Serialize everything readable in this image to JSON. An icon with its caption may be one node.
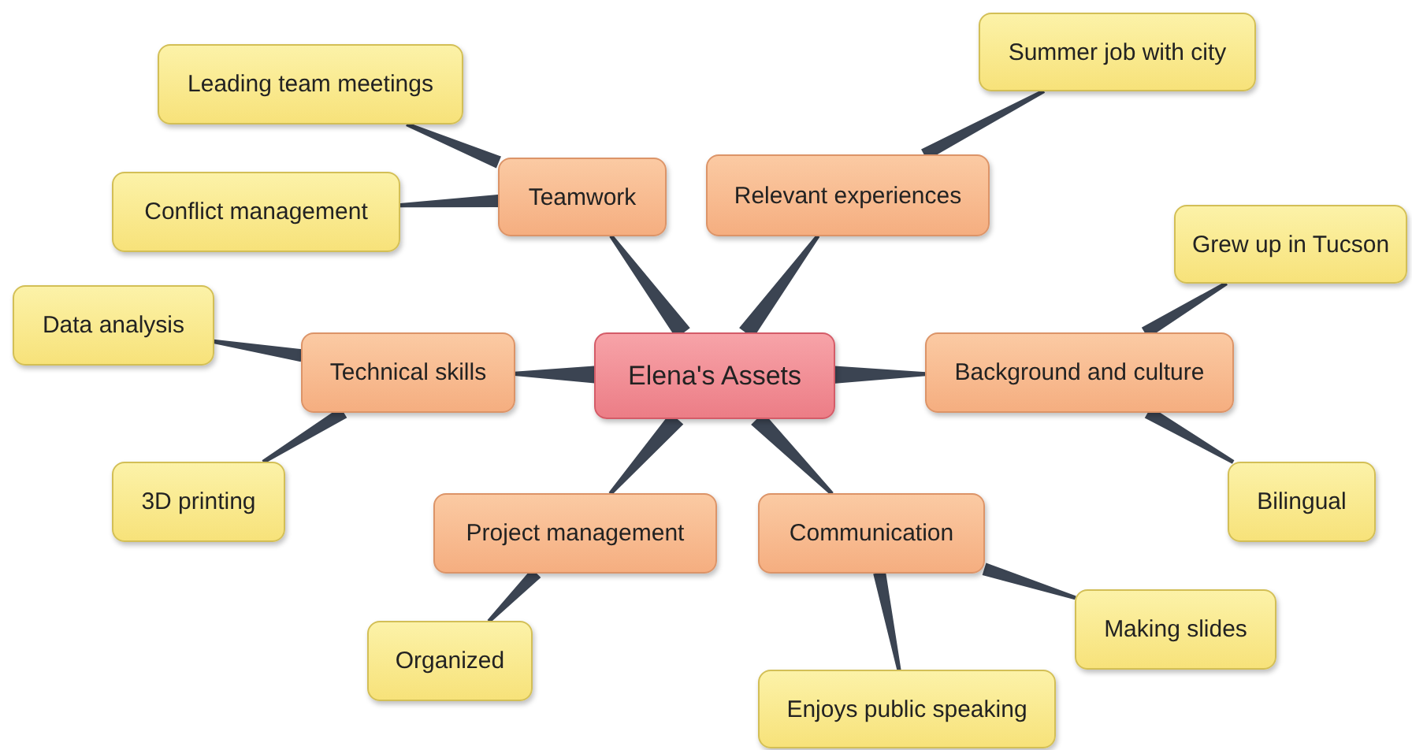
{
  "diagram": {
    "nodes": [
      {
        "text": [
          "Elena's Assets"
        ]
      },
      {
        "text": [
          "Teamwork"
        ]
      },
      {
        "text": [
          "Relevant experiences"
        ]
      },
      {
        "text": [
          "Technical skills"
        ]
      },
      {
        "text": [
          "Background and culture"
        ]
      },
      {
        "text": [
          "Project management"
        ]
      },
      {
        "text": [
          "Communication"
        ]
      },
      {
        "text": [
          "Leading team meetings"
        ]
      },
      {
        "text": [
          "Conflict management"
        ]
      },
      {
        "text": [
          "Summer job with city"
        ]
      },
      {
        "text": [
          "Data analysis"
        ]
      },
      {
        "text": [
          "3D printing"
        ]
      },
      {
        "text": [
          "Grew up in Tucson"
        ]
      },
      {
        "text": [
          "Bilingual"
        ]
      },
      {
        "text": [
          "Organized"
        ]
      },
      {
        "text": [
          "Making slides"
        ]
      },
      {
        "text": [
          "Enjoys public speaking"
        ]
      }
    ],
    "edges": [
      {
        "from": 0,
        "to": 1,
        "arrow": "none"
      },
      {
        "from": 0,
        "to": 2,
        "arrow": "none"
      },
      {
        "from": 0,
        "to": 3,
        "arrow": "none"
      },
      {
        "from": 0,
        "to": 4,
        "arrow": "none"
      },
      {
        "from": 0,
        "to": 5,
        "arrow": "none"
      },
      {
        "from": 0,
        "to": 6,
        "arrow": "none"
      },
      {
        "from": 1,
        "to": 7,
        "arrow": "none"
      },
      {
        "from": 1,
        "to": 8,
        "arrow": "none"
      },
      {
        "from": 2,
        "to": 9,
        "arrow": "none"
      },
      {
        "from": 3,
        "to": 10,
        "arrow": "none"
      },
      {
        "from": 3,
        "to": 11,
        "arrow": "none"
      },
      {
        "from": 4,
        "to": 12,
        "arrow": "none"
      },
      {
        "from": 4,
        "to": 13,
        "arrow": "none"
      },
      {
        "from": 5,
        "to": 14,
        "arrow": "none"
      },
      {
        "from": 6,
        "to": 15,
        "arrow": "none"
      },
      {
        "from": 6,
        "to": 16,
        "arrow": "none"
      }
    ]
  }
}
